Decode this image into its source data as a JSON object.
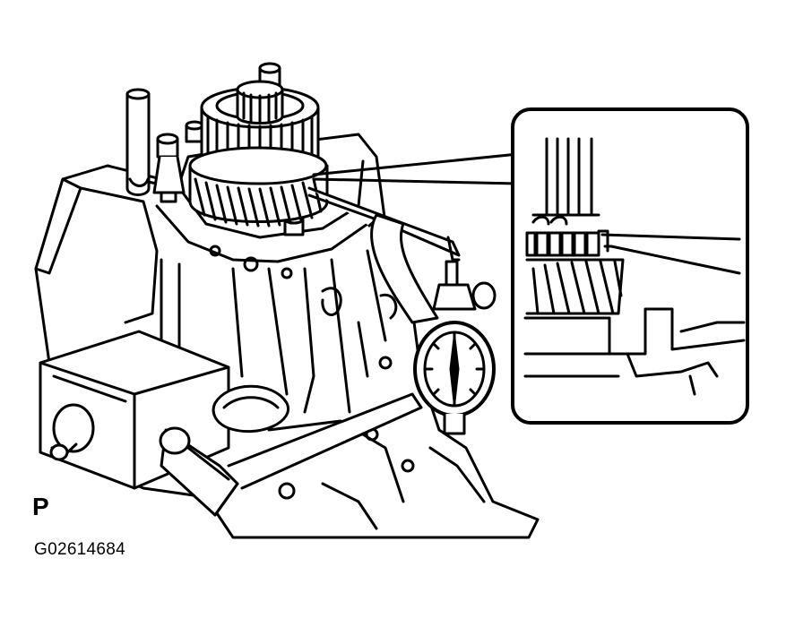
{
  "figure": {
    "view_label": "P",
    "figure_id": "G02614684"
  },
  "colors": {
    "ink": "#000000",
    "paper": "#ffffff"
  },
  "parts": {
    "main": [
      "transmission-case",
      "pin",
      "gear-stack",
      "splined-hub",
      "helical-gear",
      "bolt",
      "dial-indicator",
      "indicator-stand",
      "magnetic-base",
      "bracket-arm",
      "mount-bar",
      "bolt-head"
    ],
    "detail": [
      "synchro-ring",
      "gear-teeth",
      "indicator-tip"
    ]
  }
}
